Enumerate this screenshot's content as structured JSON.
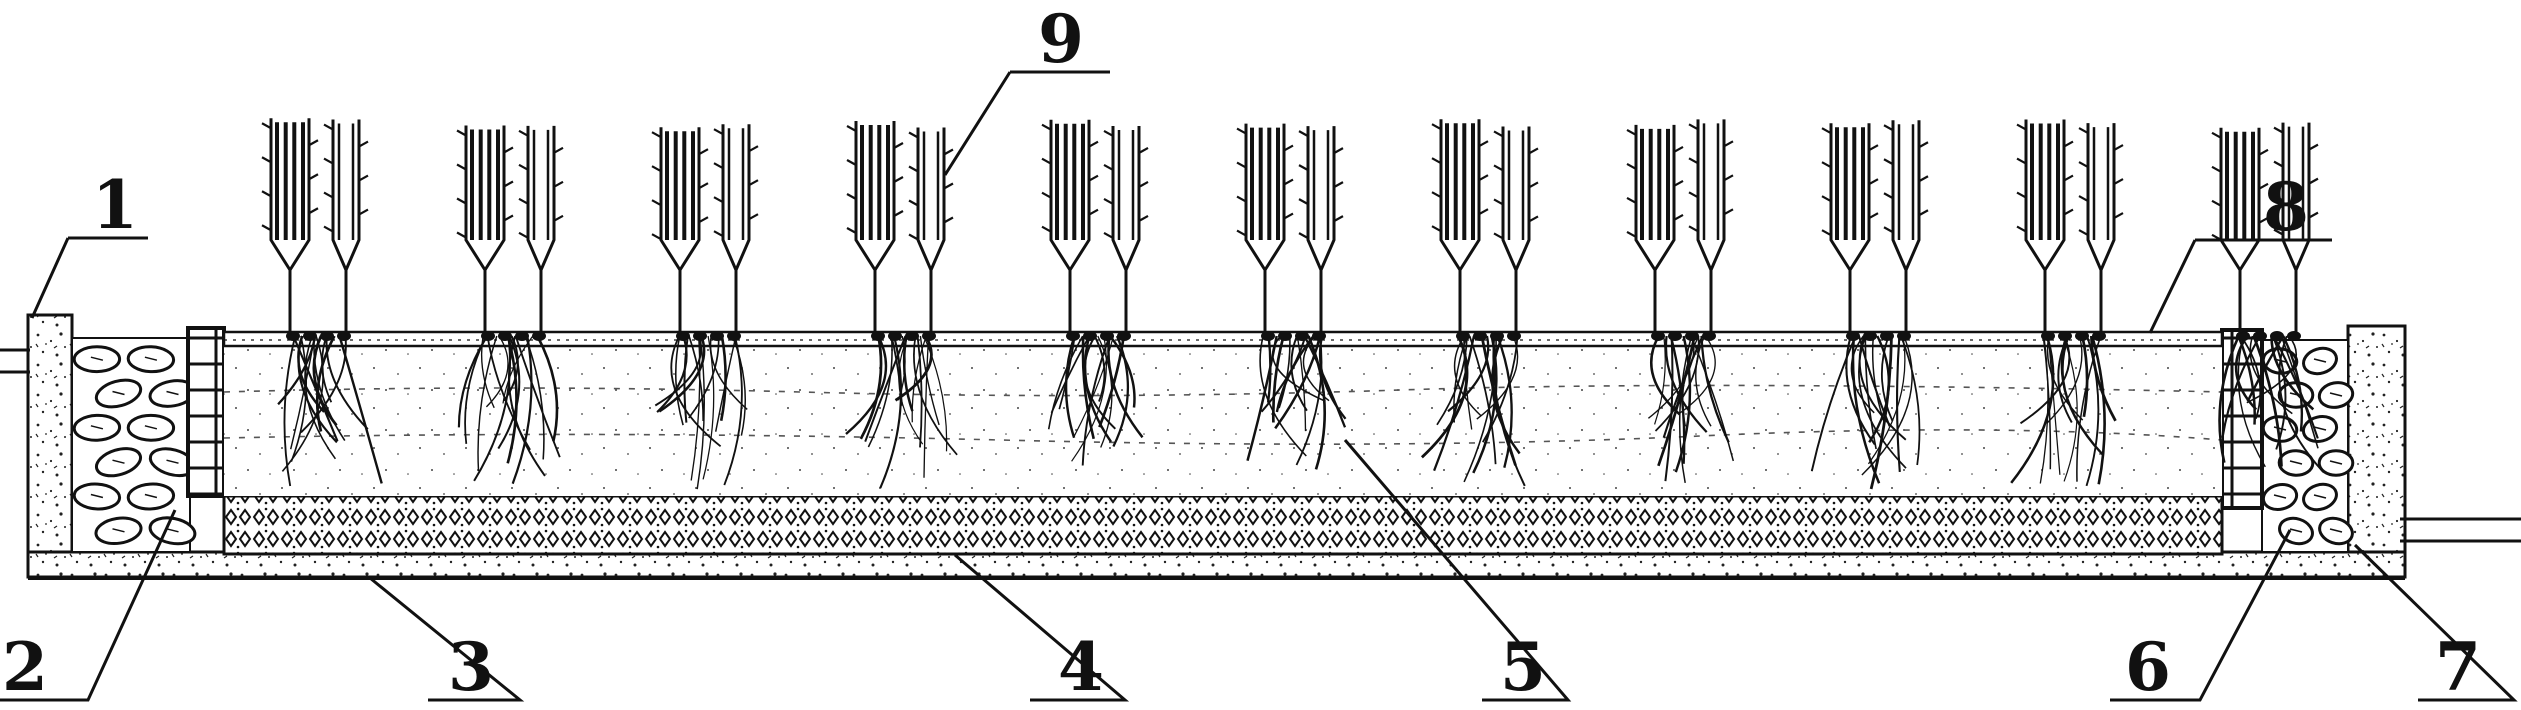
{
  "figure": {
    "background": "#ffffff",
    "ink": "#111111",
    "callouts": [
      {
        "id": "c1",
        "label": "1"
      },
      {
        "id": "c2",
        "label": "2"
      },
      {
        "id": "c3",
        "label": "3"
      },
      {
        "id": "c4",
        "label": "4"
      },
      {
        "id": "c5",
        "label": "5"
      },
      {
        "id": "c6",
        "label": "6"
      },
      {
        "id": "c7",
        "label": "7"
      },
      {
        "id": "c8",
        "label": "8"
      },
      {
        "id": "c9",
        "label": "9"
      }
    ],
    "plant_count": 11
  }
}
